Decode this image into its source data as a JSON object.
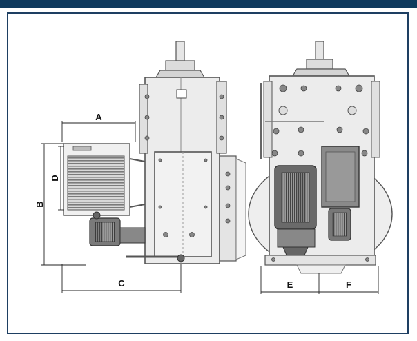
{
  "dimensions": {
    "A": "A",
    "B": "B",
    "C": "C",
    "D": "D",
    "E": "E",
    "F": "F"
  },
  "colors": {
    "header_bar": "#0f3a5e",
    "border": "#1e3f62",
    "machine_fill": "#eaeaea",
    "machine_dark": "#6a6a6a"
  }
}
